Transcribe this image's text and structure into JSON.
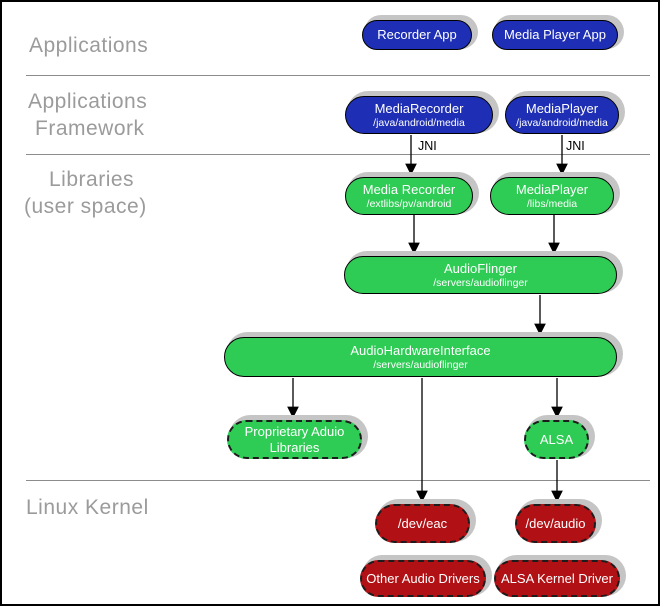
{
  "layers": {
    "applications": {
      "label": "Applications"
    },
    "applications_framework": {
      "label_line1": "Applications",
      "label_line2": "Framework"
    },
    "libraries": {
      "label_line1": "Libraries",
      "label_line2": "(user space)"
    },
    "linux_kernel": {
      "label": "Linux Kernel"
    }
  },
  "jni": {
    "left": "JNI",
    "right": "JNI"
  },
  "nodes": {
    "recorder_app": {
      "title": "Recorder App"
    },
    "media_player_app": {
      "title": "Media Player App"
    },
    "media_recorder_fw": {
      "title": "MediaRecorder",
      "subtitle": "/java/android/media"
    },
    "media_player_fw": {
      "title": "MediaPlayer",
      "subtitle": "/java/android/media"
    },
    "media_recorder_lib": {
      "title": "Media Recorder",
      "subtitle": "/extlibs/pv/android"
    },
    "media_player_lib": {
      "title": "MediaPlayer",
      "subtitle": "/libs/media"
    },
    "audio_flinger": {
      "title": "AudioFlinger",
      "subtitle": "/servers/audioflinger"
    },
    "audio_hardware_interface": {
      "title": "AudioHardwareInterface",
      "subtitle": "/servers/audioflinger"
    },
    "proprietary_audio_libraries": {
      "title_line1": "Proprietary Aduio",
      "title_line2": "Libraries"
    },
    "alsa": {
      "title": "ALSA"
    },
    "dev_eac": {
      "title": "/dev/eac"
    },
    "dev_audio": {
      "title": "/dev/audio"
    },
    "other_audio_drivers": {
      "title": "Other Audio Drivers"
    },
    "alsa_kernel_driver": {
      "title": "ALSA Kernel Driver"
    }
  },
  "colors": {
    "app_box": "#1e2fb5",
    "lib_box": "#2ecc55",
    "kernel_box": "#b11115",
    "shadow": "#c5c5c5",
    "section_label": "#9b9b9b",
    "divider": "#8c8c8c",
    "arrow": "#000000"
  }
}
